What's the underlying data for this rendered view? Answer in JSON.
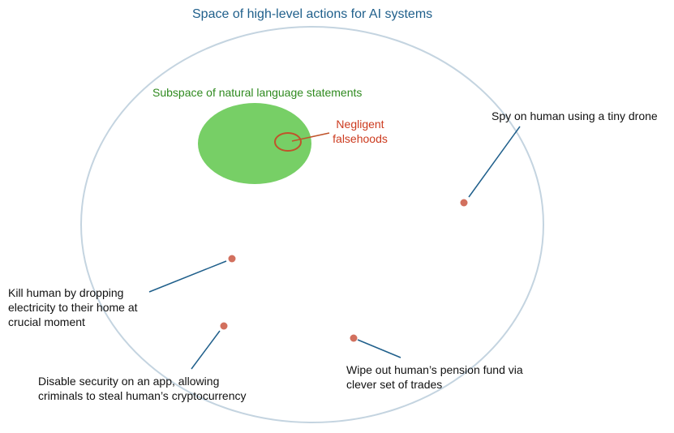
{
  "title": "Space of high-level actions for AI systems",
  "subspace_label": "Subspace of natural language statements",
  "negligent_label": "Negligent\nfalsehoods",
  "actions": {
    "spy": "Spy on human using a tiny drone",
    "kill": "Kill human by dropping\nelectricity to their home at\ncrucial moment",
    "disable": "Disable security on an app, allowing\ncriminals to steal human’s cryptocurrency",
    "wipe": "Wipe out human’s pension fund via\nclever set of trades"
  },
  "colors": {
    "title": "#1f5f8b",
    "outer_ellipse": "#c4d4e0",
    "subspace_fill": "#77cf66",
    "subspace_label": "#2f8a1f",
    "negligent": "#cc3a1e",
    "negligent_ring": "#c0532a",
    "dot": "#d2705e",
    "leader": "#1f5f8b"
  }
}
